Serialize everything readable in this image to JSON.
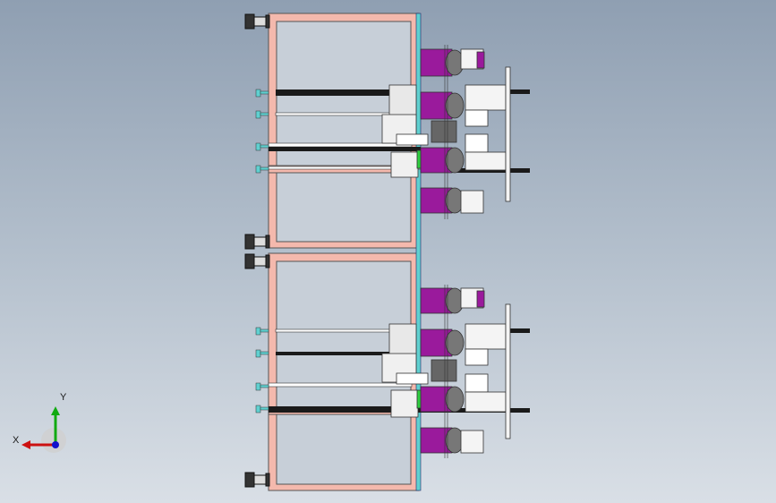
{
  "viewport": {
    "background_top": "#8f9fb2",
    "background_bottom": "#d9dfe6"
  },
  "model": {
    "description_icons": [
      "frame",
      "motor",
      "rail"
    ],
    "colors": {
      "frame": "#f4b9ad",
      "plate": "#5fd0d0",
      "motor": "#9a1a9c",
      "rail": "#1a1a1a",
      "accent_green": "#2ecc40",
      "part_gray": "#d8d8d8"
    }
  },
  "triad": {
    "x_label": "X",
    "y_label": "Y",
    "x_color": "#cc1111",
    "y_color": "#11aa11",
    "z_color": "#1111cc"
  }
}
